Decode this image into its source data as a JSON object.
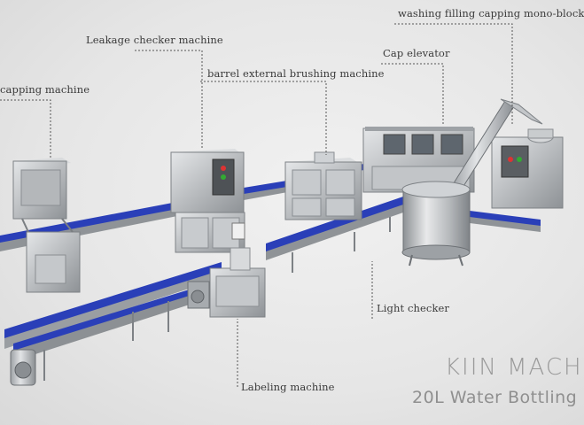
{
  "labels": {
    "washing_filling_capping": "washing filling capping mono-block",
    "leakage_checker": "Leakage checker machine",
    "barrel_brushing": "barrel external brushing machine",
    "cap_elevator": "Cap elevator",
    "capping": "capping machine",
    "light_checker": "Light checker",
    "labeling": "Labeling machine"
  },
  "brand": {
    "name": "KIIN MACH",
    "subtitle": "20L Water Bottling"
  },
  "colors": {
    "conveyor_belt": "#2a3fb8",
    "steel": "#c9cbcd",
    "background": "#e6e6e6"
  }
}
